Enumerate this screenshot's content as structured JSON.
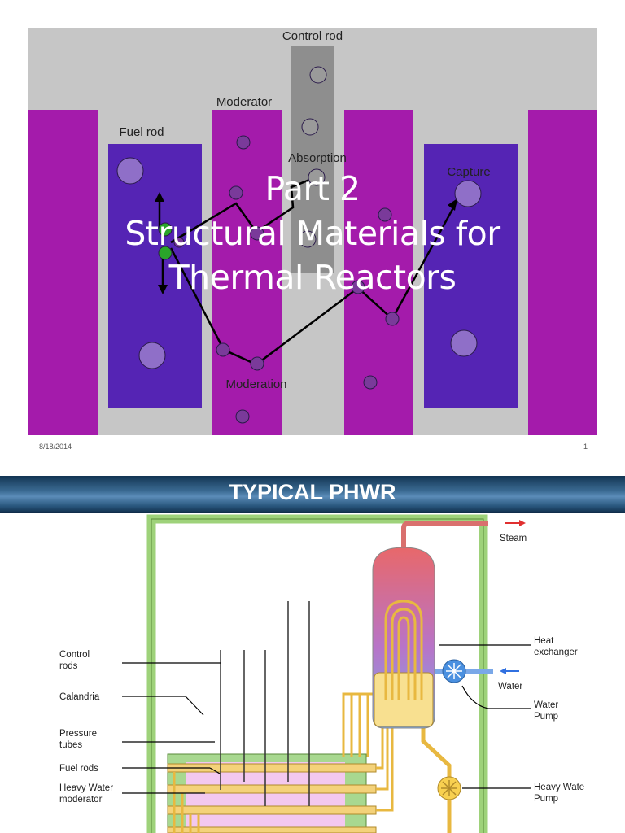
{
  "slide1": {
    "diagram_labels": {
      "control_rod": "Control rod",
      "moderator": "Moderator",
      "fuel_rod": "Fuel rod",
      "absorption": "Absorption",
      "capture": "Capture",
      "moderation": "Moderation"
    },
    "title_line1": "Part 2",
    "title_line2": "Structural Materials for",
    "title_line3": "Thermal Reactors",
    "date": "8/18/2014",
    "page_number": "1",
    "colors": {
      "moderator_purple": "#a41bab",
      "fuel_blue": "#5524b4",
      "background_gray": "#c6c6c6",
      "control_rod_gray": "#8e8e8e"
    }
  },
  "slide2": {
    "title": "TYPICAL PHWR",
    "labels": {
      "steam": "Steam",
      "heat_exchanger_1": "Heat",
      "heat_exchanger_2": "exchanger",
      "water": "Water",
      "water_pump_1": "Water",
      "water_pump_2": "Pump",
      "heavy_water_pump_1": "Heavy Wate",
      "heavy_water_pump_2": "Pump",
      "control_rods_1": "Control",
      "control_rods_2": "rods",
      "calandria": "Calandria",
      "pressure_tubes_1": "Pressure",
      "pressure_tubes_2": "tubes",
      "fuel_rods": "Fuel rods",
      "heavy_water_moderator_1": "Heavy Water",
      "heavy_water_moderator_2": "moderator"
    }
  }
}
